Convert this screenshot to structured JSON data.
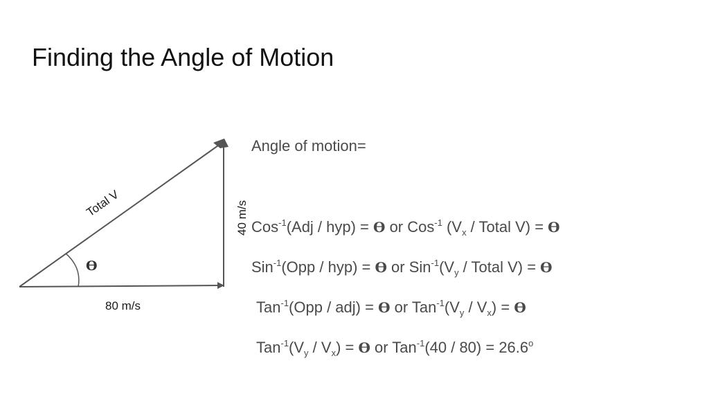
{
  "slide": {
    "title": "Finding the Angle of Motion"
  },
  "diagram": {
    "hypotenuse_label": "Total V",
    "vertical_label": "40 m/s",
    "horizontal_label": "80 m/s",
    "angle_symbol": "ϴ",
    "line_color": "#555555"
  },
  "equations": {
    "heading": "Angle of motion=",
    "theta": "ϴ",
    "cos": {
      "fn1": "Cos",
      "inv": "-1",
      "arg1": "(Adj / hyp) = ",
      "mid": " or Cos",
      "arg2a": " (V",
      "sub": "x",
      "arg2b": " / Total V) = "
    },
    "sin": {
      "fn1": "Sin",
      "inv": "-1",
      "arg1": "(Opp / hyp) = ",
      "mid": " or Sin",
      "arg2a": "(V",
      "sub": "y",
      "arg2b": " / Total V) = "
    },
    "tan": {
      "fn1": "Tan",
      "inv": "-1",
      "arg1": "(Opp / adj) = ",
      "mid": " or Tan",
      "arg2a": "(V",
      "sub1": "y",
      "arg2b": " / V",
      "sub2": "x",
      "arg2c": ") = "
    },
    "result": {
      "fn1": "Tan",
      "inv": "-1",
      "arg1a": "(V",
      "sub1": "y",
      "arg1b": " / V",
      "sub2": "x",
      "arg1c": ") = ",
      "mid": " or  Tan",
      "arg2": "(40 / 80) = 26.6",
      "deg": "o"
    }
  }
}
